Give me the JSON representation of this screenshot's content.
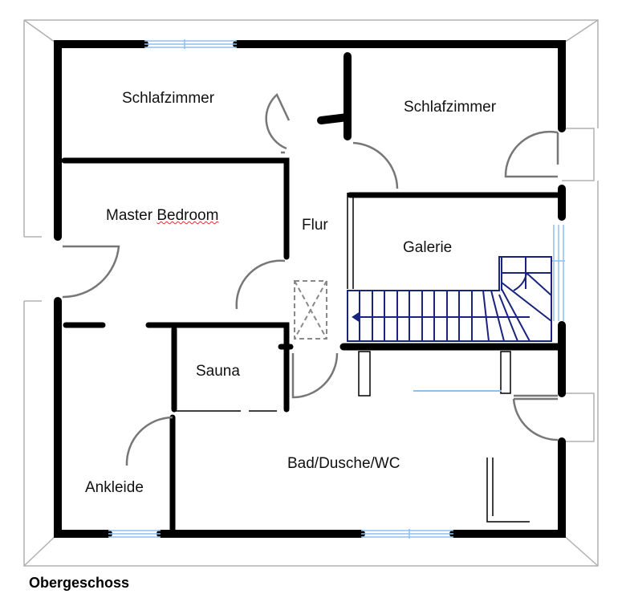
{
  "rooms": {
    "bedroom1": "Schlafzimmer",
    "bedroom2": "Schlafzimmer",
    "master_a": "Master ",
    "master_b": "Bedroom",
    "hall": "Flur",
    "gallery": "Galerie",
    "sauna": "Sauna",
    "dressing": "Ankleide",
    "bath": "Bad/Dusche/WC"
  },
  "caption": "Obergeschoss",
  "colors": {
    "wall": "#000000",
    "door": "#777777",
    "window": "#8fbfee",
    "stair": "#1a237e",
    "frame": "#b0b0b0"
  }
}
